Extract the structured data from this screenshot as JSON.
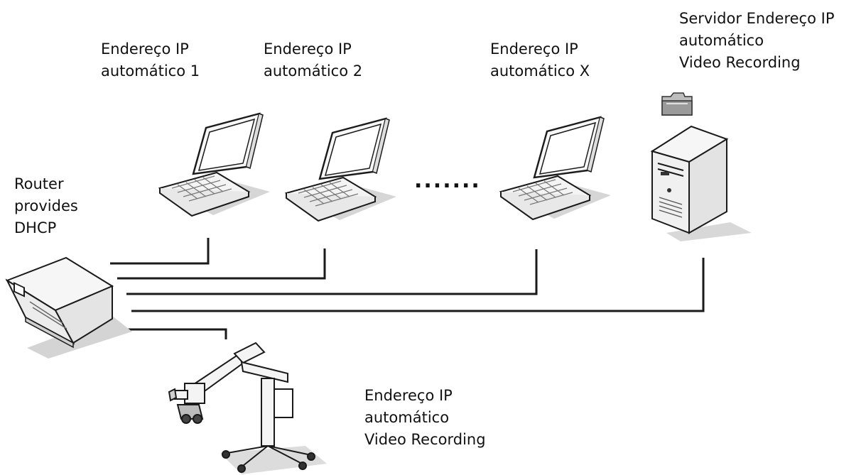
{
  "router": {
    "label_lines": [
      "Router",
      "provides",
      "DHCP"
    ]
  },
  "laptops": [
    {
      "label_lines": [
        "Endereço IP",
        "automático 1"
      ]
    },
    {
      "label_lines": [
        "Endereço IP",
        "automático 2"
      ]
    },
    {
      "label_lines": [
        "Endereço IP",
        "automático X"
      ]
    }
  ],
  "ellipsis": ".......",
  "server": {
    "label_lines": [
      "Servidor Endereço IP",
      "automático",
      "Video Recording"
    ]
  },
  "microscope": {
    "label_lines": [
      "Endereço IP",
      "automático",
      "Video Recording"
    ]
  },
  "icons": {
    "router": "router-icon",
    "laptop": "laptop-icon",
    "server": "server-tower-icon",
    "folder": "folder-icon",
    "microscope": "surgical-microscope-icon"
  },
  "colors": {
    "line": "#1a1a1a",
    "shadow": "#d4d4d4",
    "device_fill": "#f4f4f4"
  }
}
